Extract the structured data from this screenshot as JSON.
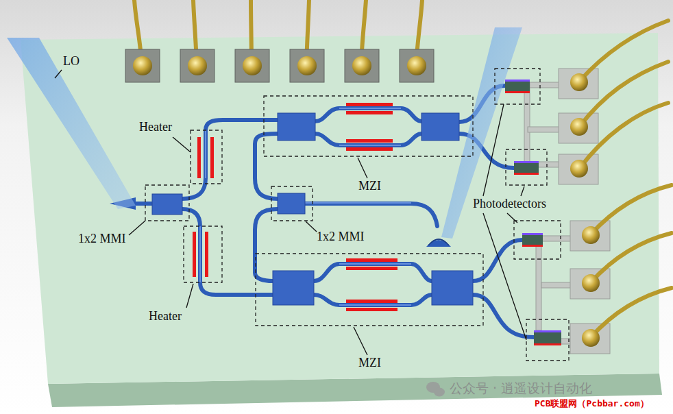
{
  "diagram": {
    "labels": [
      "LO",
      "Heater",
      "Heater",
      "1x2 MMI",
      "1x2 MMI",
      "MZI",
      "MZI",
      "Photodetectors",
      "公众号 · 逍遥设计自动化",
      "PCB联盟网（Pcbbar.com）"
    ]
  }
}
